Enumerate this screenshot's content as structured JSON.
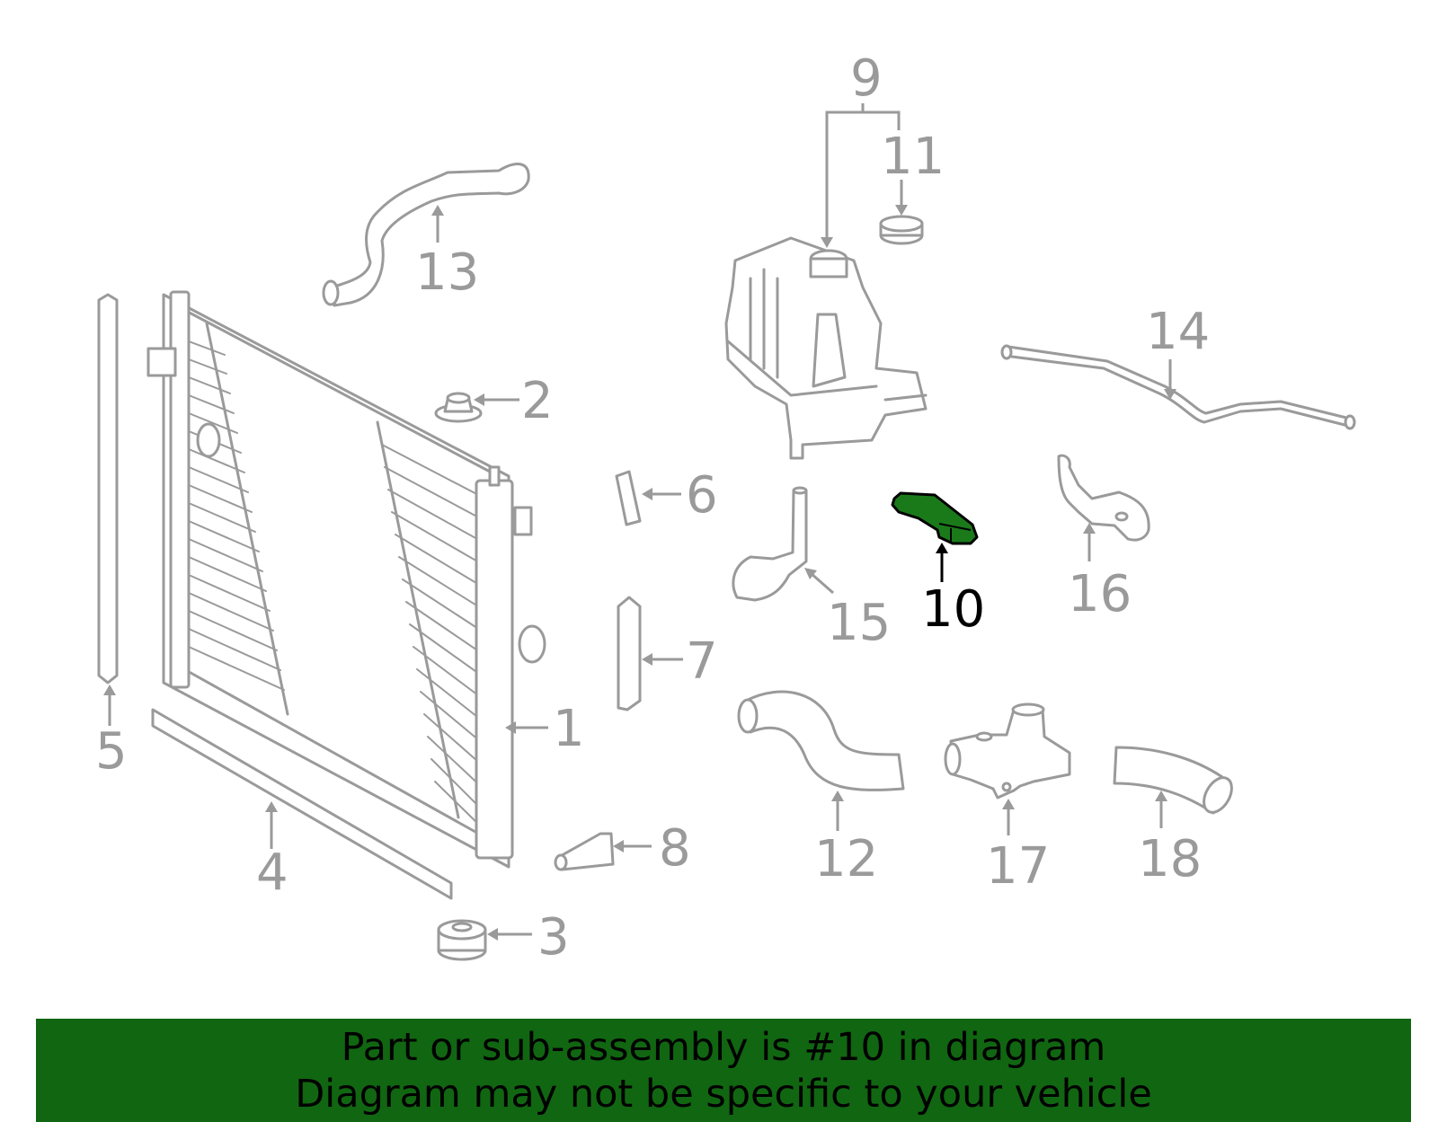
{
  "diagram": {
    "highlight_color": "#1a7a1a",
    "line_color": "#9a9a9a",
    "highlighted_part": "10",
    "callouts": [
      "1",
      "2",
      "3",
      "4",
      "5",
      "6",
      "7",
      "8",
      "9",
      "10",
      "11",
      "12",
      "13",
      "14",
      "15",
      "16",
      "17",
      "18"
    ]
  },
  "banner": {
    "background": "#116611",
    "line1": "Part or sub-assembly is #10 in diagram",
    "line2": "Diagram may not be specific to your vehicle"
  }
}
